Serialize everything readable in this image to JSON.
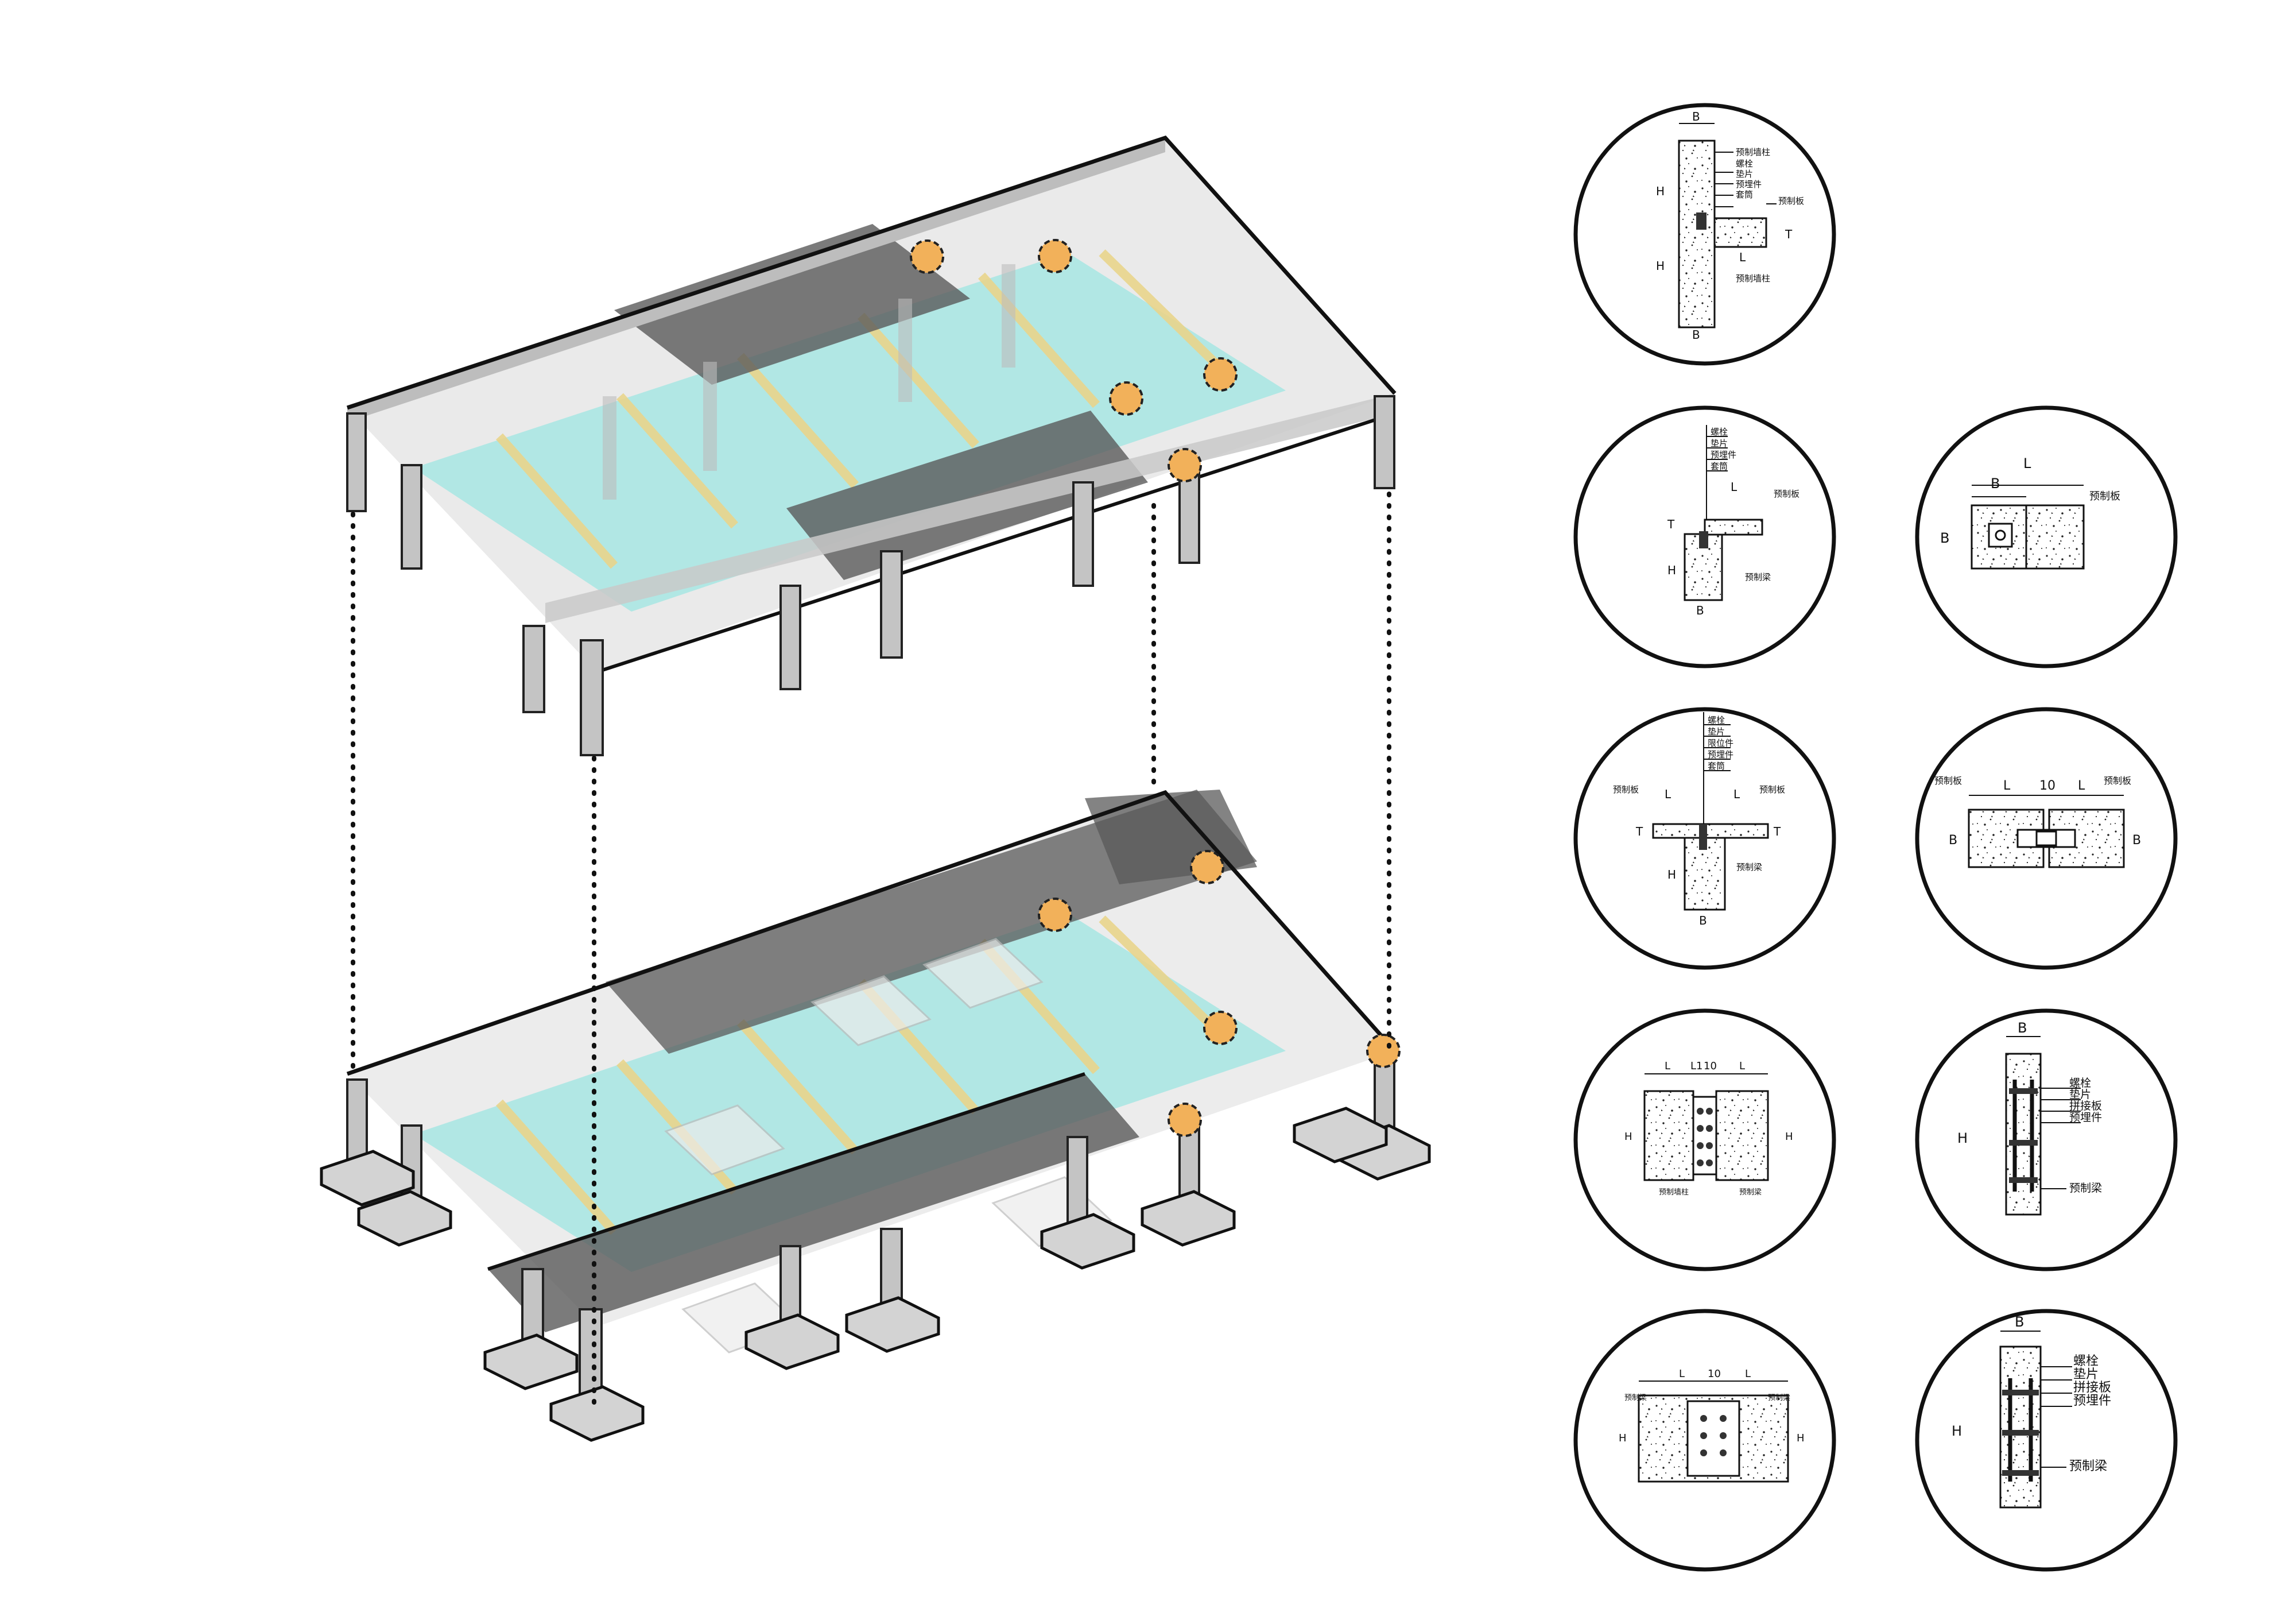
{
  "detail_labels": {
    "precast_wall_column": "预制墙柱",
    "bolt": "螺栓",
    "washer": "垫片",
    "embedded_part": "预埋件",
    "sleeve": "套筒",
    "precast_slab": "预制板",
    "precast_beam": "预制梁",
    "limit_part": "限位件",
    "splice_plate": "拼接板",
    "precast_wall_column_2": "预制墙柱"
  },
  "dims": {
    "B": "B",
    "H": "H",
    "L": "L",
    "T": "T",
    "gap": "10",
    "L1": "L1"
  },
  "colors": {
    "slab": "#a7e6e3",
    "beam_dark": "#5a5a5a",
    "beam_light": "#b9b9b9",
    "rib_yellow": "#e9d58c",
    "highlight": "#f2b15a",
    "edge_pink": "#e9b9b0"
  }
}
